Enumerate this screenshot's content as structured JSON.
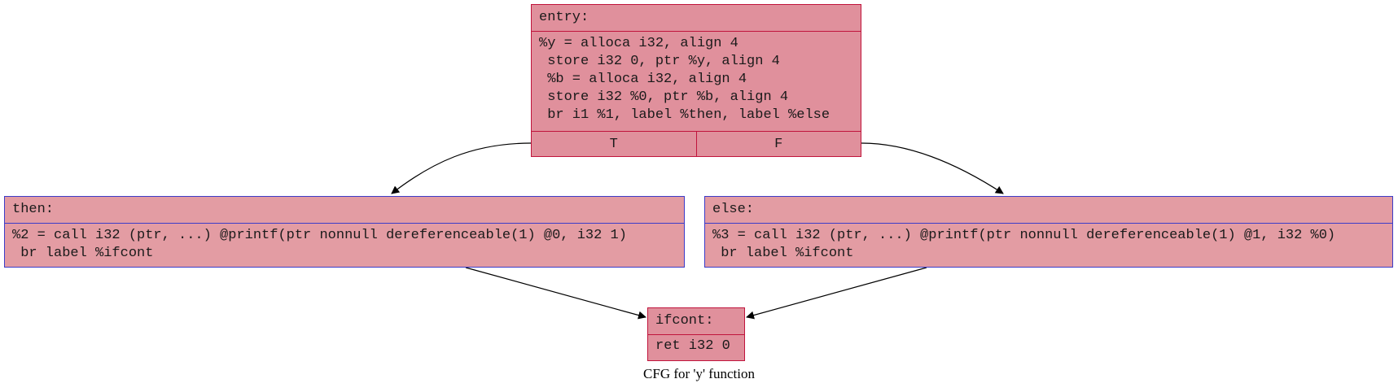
{
  "graph": {
    "caption": "CFG for 'y' function",
    "nodes": {
      "entry": {
        "label": "entry:",
        "lines": [
          "%y = alloca i32, align 4",
          " store i32 0, ptr %y, align 4",
          " %b = alloca i32, align 4",
          " store i32 %0, ptr %b, align 4",
          " br i1 %1, label %then, label %else"
        ],
        "ports": [
          "T",
          "F"
        ]
      },
      "then": {
        "label": "then:",
        "lines": [
          "%2 = call i32 (ptr, ...) @printf(ptr nonnull dereferenceable(1) @0, i32 1)",
          " br label %ifcont"
        ]
      },
      "else": {
        "label": "else:",
        "lines": [
          "%3 = call i32 (ptr, ...) @printf(ptr nonnull dereferenceable(1) @1, i32 %0)",
          " br label %ifcont"
        ]
      },
      "ifcont": {
        "label": "ifcont:",
        "lines": [
          "ret i32 0"
        ]
      }
    },
    "edges": [
      {
        "from": "entry",
        "port": "T",
        "to": "then"
      },
      {
        "from": "entry",
        "port": "F",
        "to": "else"
      },
      {
        "from": "then",
        "to": "ifcont"
      },
      {
        "from": "else",
        "to": "ifcont"
      }
    ],
    "colors": {
      "node_fill": "#e0909c",
      "node_border_red": "#c0143c",
      "node_border_blue": "#3c3cc8"
    }
  }
}
